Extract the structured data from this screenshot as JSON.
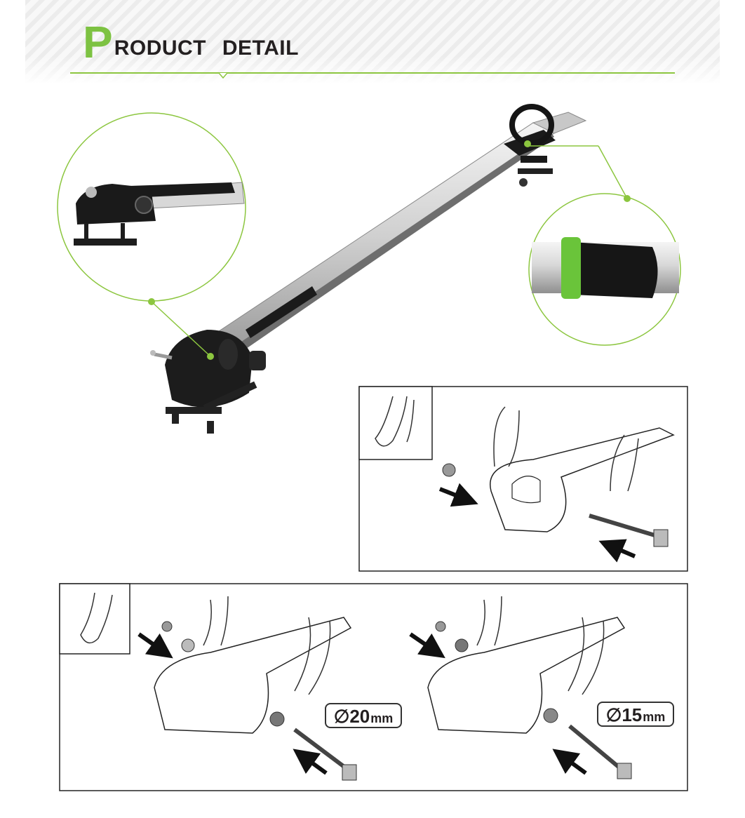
{
  "header": {
    "title_initial": "P",
    "title_rest": "RODUCT DETAIL"
  },
  "colors": {
    "accent_green": "#7dc242",
    "text_dark": "#231f20",
    "rail_silver": "#d9d9d9"
  },
  "labels": {
    "diameter_20": "∅20",
    "diameter_15": "∅15",
    "unit": "mm"
  },
  "icons": [
    "arrow-icon",
    "fork-icon",
    "axle-skewer-icon",
    "adapter-icon"
  ]
}
